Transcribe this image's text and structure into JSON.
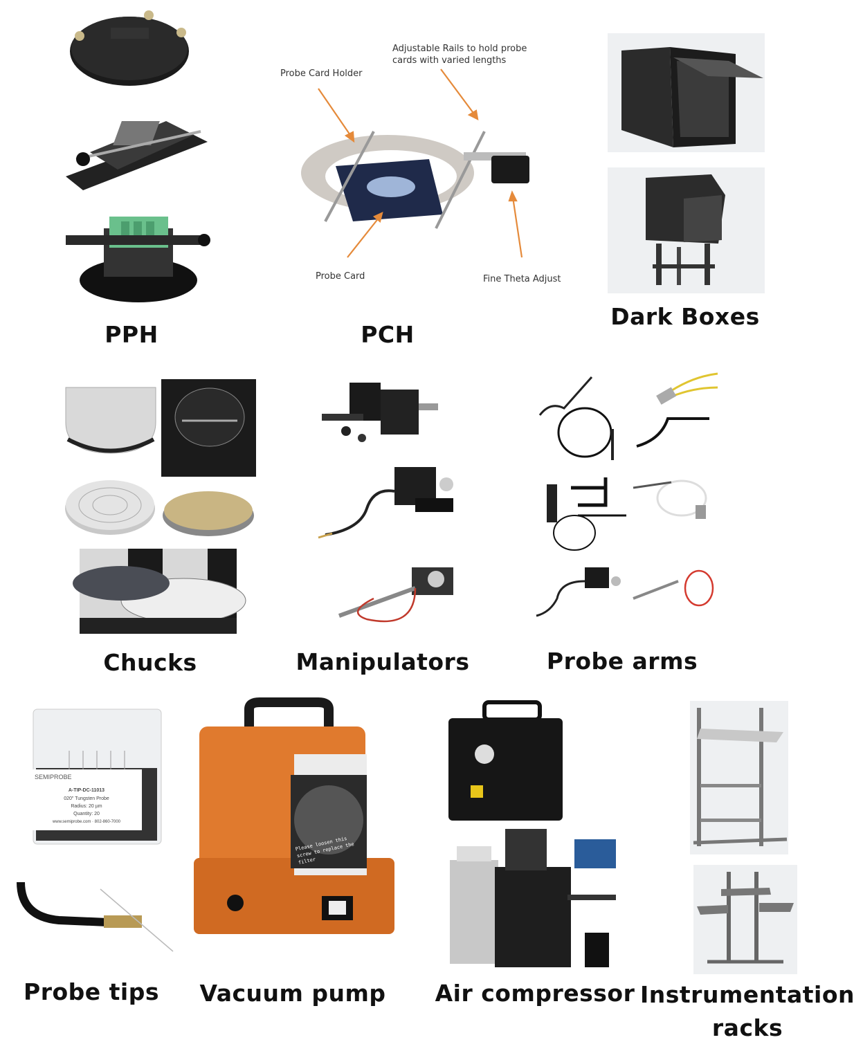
{
  "sections": {
    "pph": {
      "label": "PPH"
    },
    "pch": {
      "label": "PCH",
      "annotations": {
        "rails": "Adjustable Rails to hold probe cards with varied lengths",
        "rails_line1": "Adjustable Rails to hold probe",
        "rails_line2": "cards with varied lengths",
        "holder": "Probe Card Holder",
        "card": "Probe Card",
        "theta": "Fine Theta Adjust"
      },
      "arrow_color": "#E58A3A"
    },
    "dark_boxes": {
      "label": "Dark Boxes"
    },
    "chucks": {
      "label": "Chucks"
    },
    "manipulators": {
      "label": "Manipulators"
    },
    "probe_arms": {
      "label": "Probe arms"
    },
    "probe_tips": {
      "label": "Probe tips",
      "card": {
        "brand": "SEMIPROBE",
        "part": "A-TIP-DC-11013",
        "desc": "020\" Tungsten Probe",
        "radius": "Radius: 20 µm",
        "quantity": "Quantity: 20",
        "contact": "www.semiprobe.com · 802-860-7000"
      }
    },
    "vacuum_pump": {
      "label": "Vacuum pump",
      "sticker": "Please loosen this screw to replace the filter",
      "color": "#E07A2E"
    },
    "air_compressor": {
      "label": "Air compressor"
    },
    "instrumentation_racks": {
      "label_line1": "Instrumentation",
      "label_line2": "racks"
    }
  }
}
